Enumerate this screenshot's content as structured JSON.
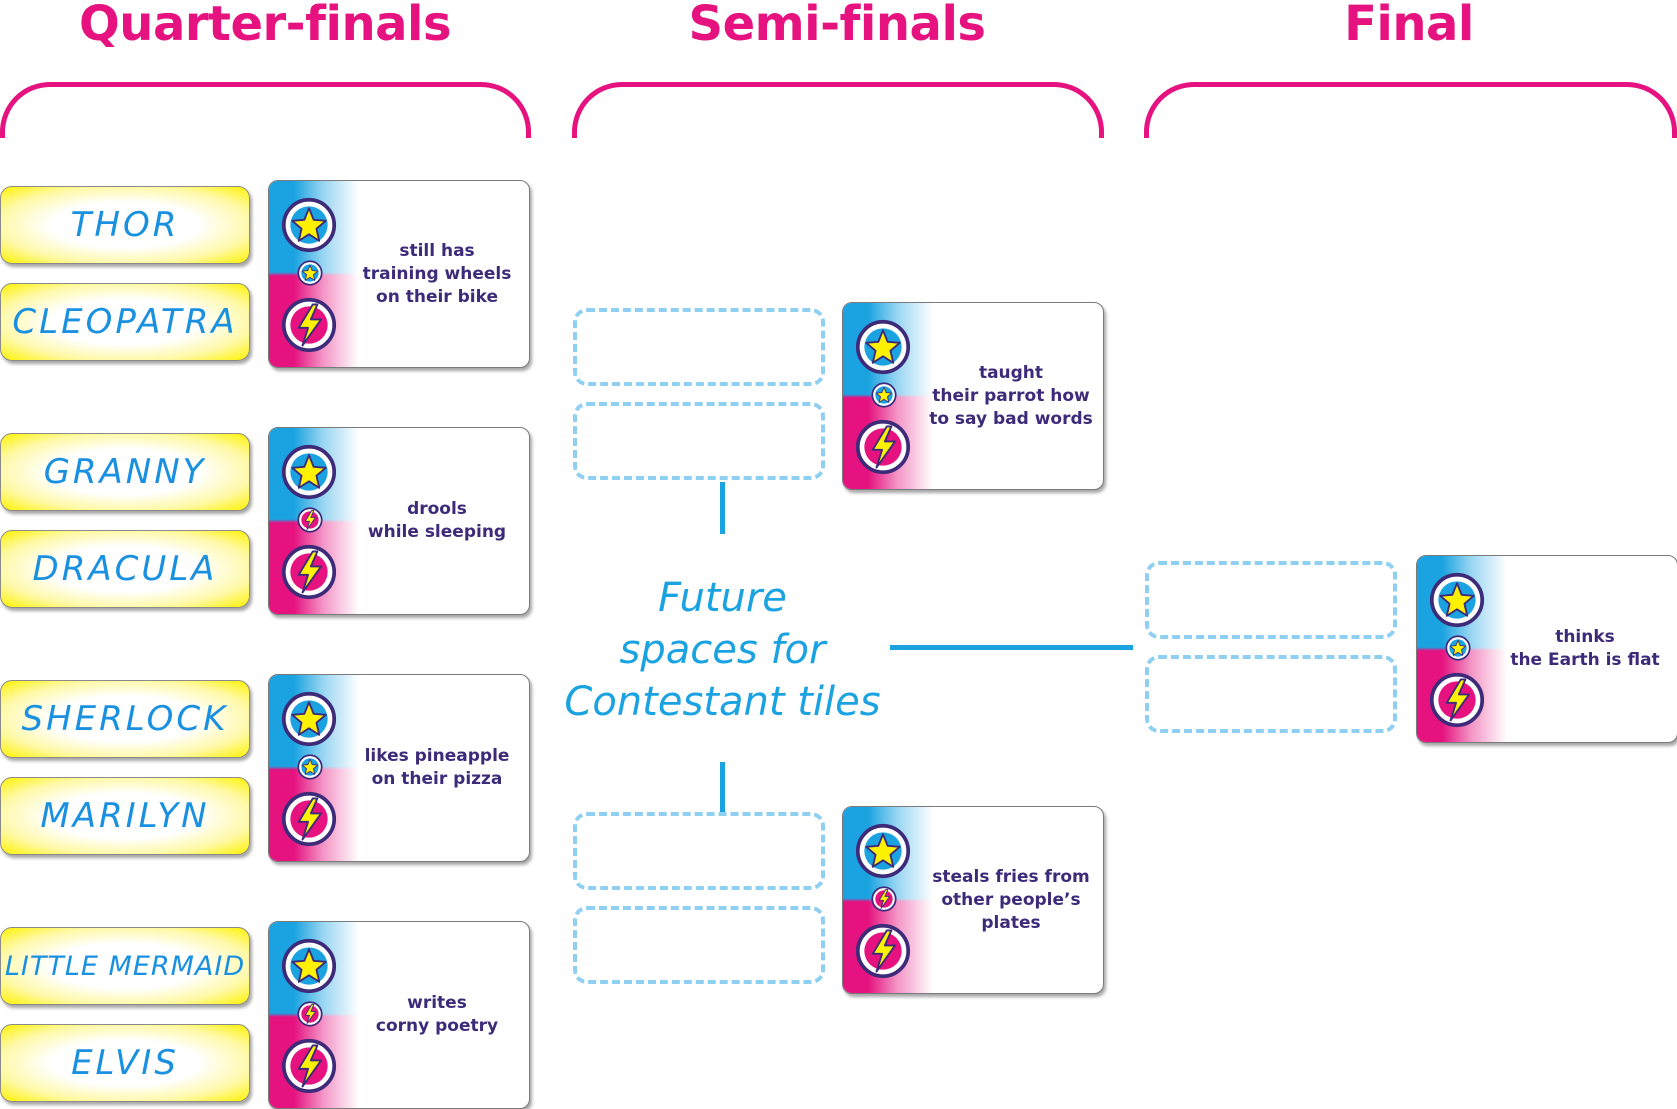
{
  "rounds": {
    "quarter": "Quarter-finals",
    "semi": "Semi-finals",
    "final": "Final"
  },
  "contestants": [
    "THOR",
    "CLEOPATRA",
    "GRANNY",
    "DRACULA",
    "SHERLOCK",
    "MARILYN",
    "LITTLE MERMAID",
    "ELVIS"
  ],
  "quirks": {
    "q1": "still has\ntraining wheels\non their bike",
    "q2": "drools\nwhile sleeping",
    "q3": "likes pineapple\non their pizza",
    "q4": "writes\ncorny poetry",
    "s1": "taught\ntheir parrot how\nto say bad words",
    "s2": "steals fries from\nother people’s\nplates",
    "f1": "thinks\nthe Earth is flat"
  },
  "future_label": "Future\nspaces for\nContestant tiles",
  "icons": {
    "top": "star-icon",
    "bottom": "lightning-icon",
    "small": [
      "star-icon",
      "lightning-icon",
      "star-icon",
      "lightning-icon",
      "star-icon",
      "lightning-icon",
      "star-icon"
    ]
  },
  "colors": {
    "heading": "#e5127f",
    "bracket": "#e5127f",
    "name_text": "#1a90e0",
    "name_tile": "#fff200",
    "card_blue": "#1ba3e1",
    "card_pink": "#e5127f",
    "quirk_text": "#3d2b7a",
    "slot_border": "#8fd0f2",
    "connector": "#1ba3e1"
  }
}
